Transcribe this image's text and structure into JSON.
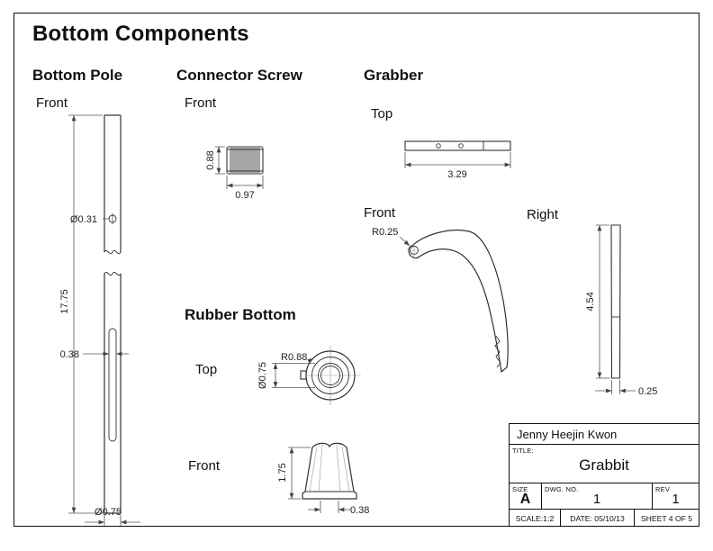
{
  "page": {
    "title": "Bottom Components"
  },
  "sections": {
    "bottom_pole": {
      "title": "Bottom Pole",
      "front_label": "Front",
      "dims": {
        "length": "17.75",
        "hole_dia": "Ø0.31",
        "slot_width": "0.38",
        "width_dia": "Ø0.75"
      }
    },
    "connector_screw": {
      "title": "Connector Screw",
      "front_label": "Front",
      "dims": {
        "height": "0.88",
        "width": "0.97"
      }
    },
    "grabber": {
      "title": "Grabber",
      "top_label": "Top",
      "front_label": "Front",
      "right_label": "Right",
      "dims": {
        "length": "3.29",
        "end_radius": "R0.25",
        "height": "4.54",
        "thickness": "0.25"
      }
    },
    "rubber_bottom": {
      "title": "Rubber Bottom",
      "top_label": "Top",
      "front_label": "Front",
      "dims": {
        "outer_radius": "R0.88",
        "inner_dia": "Ø0.75",
        "height": "1.75",
        "hole_width": "0.38"
      }
    }
  },
  "title_block": {
    "author": "Jenny Heejin Kwon",
    "title_label": "TITLE:",
    "title": "Grabbit",
    "size_label": "SIZE",
    "size": "A",
    "dwg_label": "DWG. NO.",
    "dwg_no": "1",
    "rev_label": "REV",
    "rev": "1",
    "scale": "SCALE:1:2",
    "date": "DATE: 05/10/13",
    "sheet": "SHEET 4 OF 5"
  }
}
